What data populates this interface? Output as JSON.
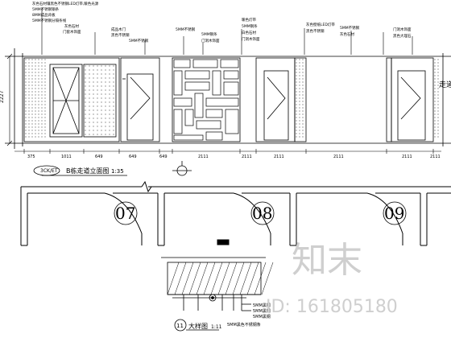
{
  "elevation": {
    "title": "B栋走道立面图",
    "scale": "1:35",
    "ref_tag": "3CK/ET",
    "side_label": "走道",
    "height_dim": "2227"
  },
  "callouts": [
    "灰色石材镶黑色不锈钢LED灯带,暖色光源",
    "5MM不锈钢钢条",
    "8MM成品背板",
    "5MM不锈钢分隔条线",
    "灰色石材",
    "门套木饰面",
    "成品木门",
    "黑色不锈钢",
    "5MM不锈钢",
    "5MM不锈钢",
    "5MM钢条",
    "门洞木饰面",
    "暖色灯带",
    "5MM钢条",
    "白色石材",
    "门洞木饰面",
    "灰色壁纸LED灯带",
    "黑色不锈钢",
    "5MM不锈钢",
    "灰色石材",
    "门洞木饰面",
    "黑色大理石"
  ],
  "dimensions": [
    "375",
    "1011",
    "649",
    "649",
    "649",
    "2111",
    "2111",
    "2111",
    "2111",
    "2111",
    "2111"
  ],
  "rooms": [
    "07",
    "08",
    "09"
  ],
  "detail": {
    "label": "大样图",
    "number": "11",
    "scale": "1:11",
    "notes": [
      "5MM黑钢",
      "5MM黑钢",
      "5MM黑钢"
    ],
    "bottom_note": "5MM黑色不锈钢条"
  },
  "watermark": {
    "brand": "知末",
    "id_text": "ID: 161805180"
  }
}
